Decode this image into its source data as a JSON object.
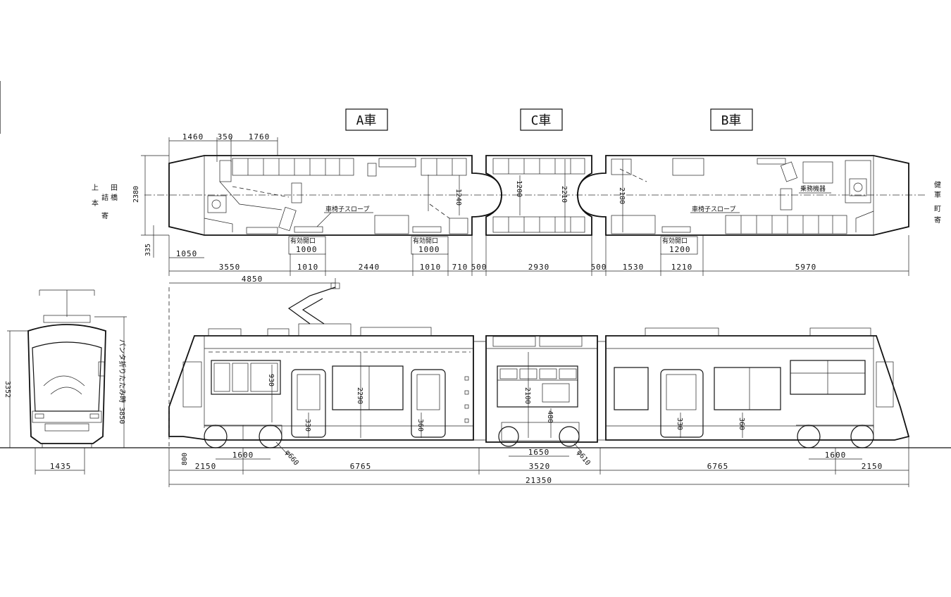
{
  "car_labels": {
    "a": "A車",
    "c": "C車",
    "b": "B車"
  },
  "direction_labels": {
    "left": [
      "上",
      "本",
      "田",
      "詰",
      "橋",
      "寄"
    ],
    "right": [
      "健",
      "軍",
      "町",
      "寄"
    ]
  },
  "plan_labels": {
    "wheelchair_ramp_a": "車椅子スロープ",
    "wheelchair_ramp_b": "車椅子スロープ",
    "door_eff_a1": "有効開口",
    "door_eff_a2": "有効開口",
    "door_eff_b": "有効開口",
    "fare_box": "乗務機器"
  },
  "plan_dims": {
    "top_1460": "1460",
    "top_350": "350",
    "top_1760": "1760",
    "width_2380": "2380",
    "a_1240": "1240",
    "c_1200": "1200",
    "c_2210": "2210",
    "b_2180": "2180",
    "door_a1": "1000",
    "door_a2": "1000",
    "door_b": "1200",
    "side_335": "335",
    "nose_1050": "1050"
  },
  "bottom_row": {
    "d3550": "3550",
    "d1010a": "1010",
    "d2440": "2440",
    "d1010b": "1010",
    "d710": "710",
    "d500a": "500",
    "d2930": "2930",
    "d500b": "500",
    "d1530": "1530",
    "d1210": "1210",
    "d5970": "5970"
  },
  "side_dims": {
    "d4850": "4850",
    "d930": "930",
    "d2290": "2290",
    "d330a": "330",
    "d360a": "360",
    "d2100": "2100",
    "d480": "480",
    "d330b": "330",
    "d360b": "360",
    "d800": "800",
    "d2150a": "2150",
    "d1600a": "1600",
    "phi660": "φ660",
    "d6765a": "6765",
    "d1650": "1650",
    "phi610": "φ610",
    "d3520": "3520",
    "d6765b": "6765",
    "d1600b": "1600",
    "d2150b": "2150",
    "total": "21350"
  },
  "front_dims": {
    "gauge": "1435",
    "height_3352": "3352",
    "pantograph": "パンタ折りたたみ時 3850"
  }
}
